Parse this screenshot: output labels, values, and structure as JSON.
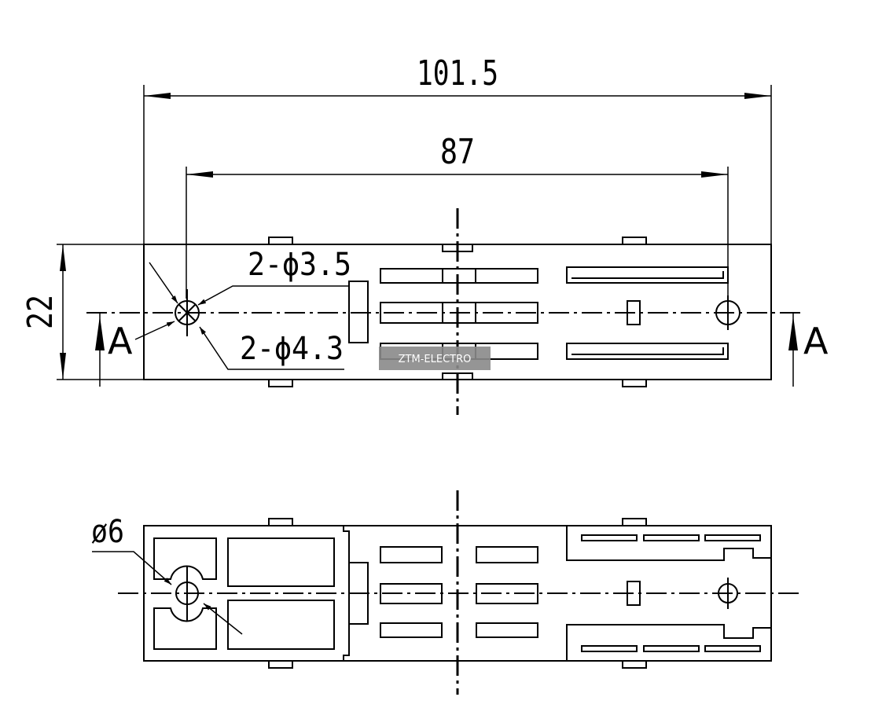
{
  "dimensions": {
    "overall_width": "101.5",
    "hole_spacing": "87",
    "height": "22",
    "hole_small": "2-ϕ3.5",
    "hole_large": "2-ϕ4.3",
    "boss_diameter": "ø6"
  },
  "section_marker": "A",
  "watermark": "ZTM-ELECTRO",
  "colors": {
    "line": "#000000",
    "watermark_bg": "#8a8a8a",
    "watermark_text": "#ffffff"
  }
}
